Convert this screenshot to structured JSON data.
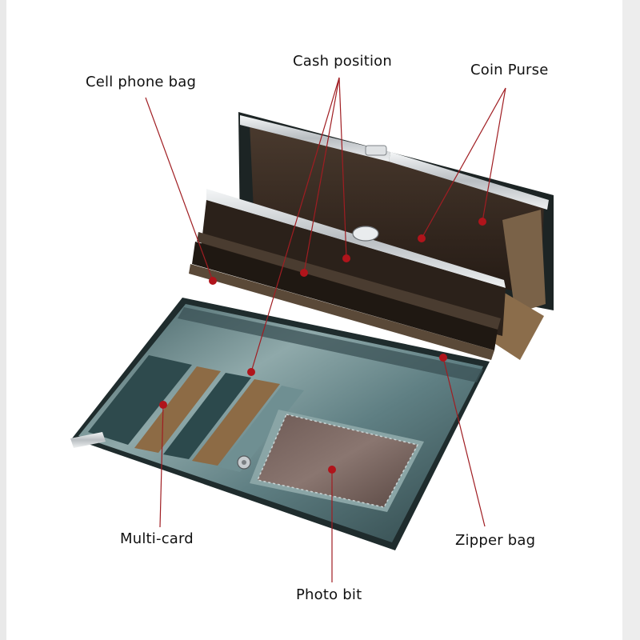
{
  "labels": {
    "cell_phone_bag": "Cell phone bag",
    "cash_position": "Cash position",
    "coin_purse": "Coin Purse",
    "multi_card": "Multi-card",
    "photo_bit": "Photo bit",
    "zipper_bag": "Zipper bag"
  },
  "colors": {
    "leader_line": "#a01d22",
    "marker_dot": "#b0141b",
    "leather_dark": "#1f2a2a",
    "leather_teal": "#6f8f92",
    "lining_brown": "#3a2c22",
    "slot_tan": "#8d6b45",
    "frame_metal": "#d9dcde"
  },
  "icons": [
    "wallet-illustration",
    "snap-button-icon",
    "kiss-lock-clasp-icon"
  ]
}
